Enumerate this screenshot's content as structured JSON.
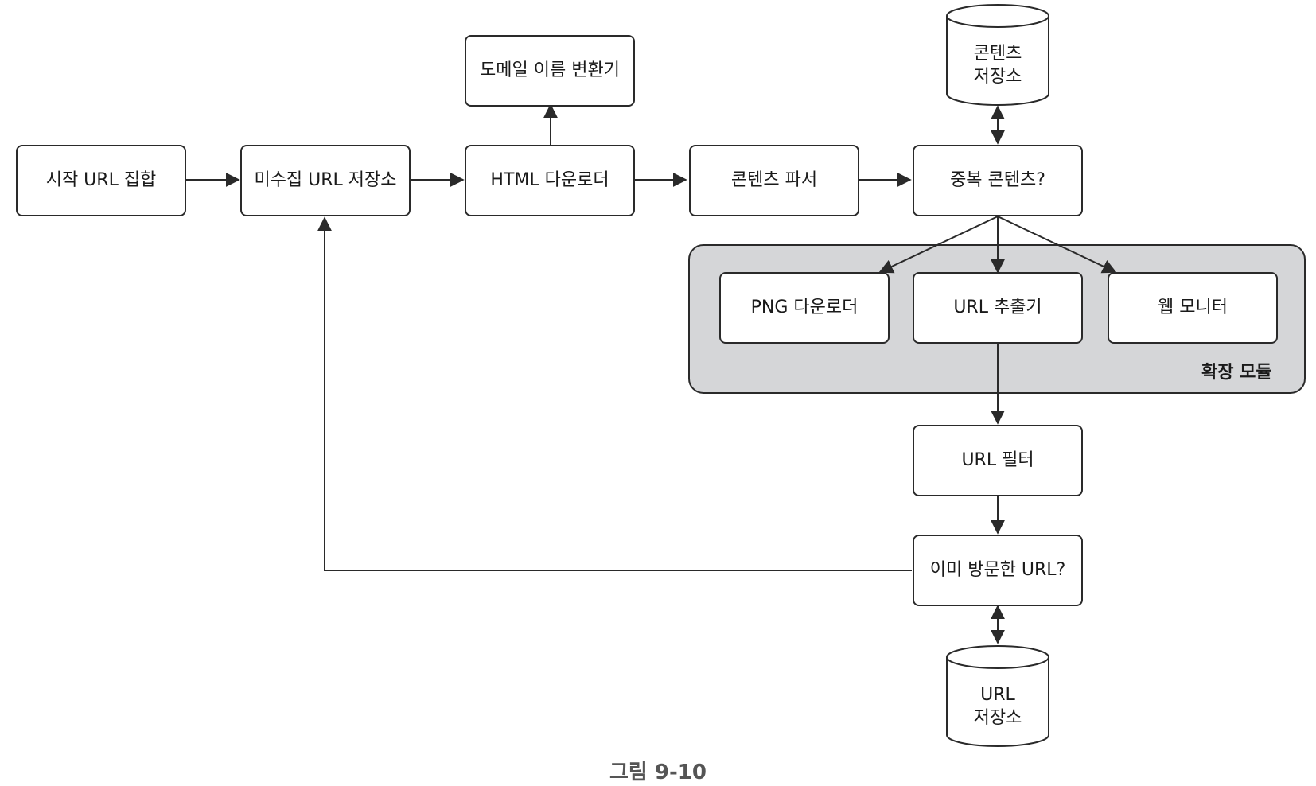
{
  "nodes": {
    "start_urls": "시작 URL 집합",
    "url_frontier": "미수집 URL 저장소",
    "html_downloader": "HTML 다운로더",
    "dns_resolver": "도메일 이름 변환기",
    "content_parser": "콘텐츠 파서",
    "content_seen": "중복 콘텐츠?",
    "content_storage": "콘텐츠\n저장소",
    "png_downloader": "PNG 다운로더",
    "url_extractor": "URL 추출기",
    "web_monitor": "웹 모니터",
    "url_filter": "URL 필터",
    "url_seen": "이미 방문한 URL?",
    "url_storage": "URL\n저장소"
  },
  "groups": {
    "extension_modules": "확장 모듈"
  },
  "caption": "그림 9-10",
  "colors": {
    "group_fill": "#d5d6d8",
    "stroke": "#2a2a2a",
    "caption": "#555555"
  }
}
